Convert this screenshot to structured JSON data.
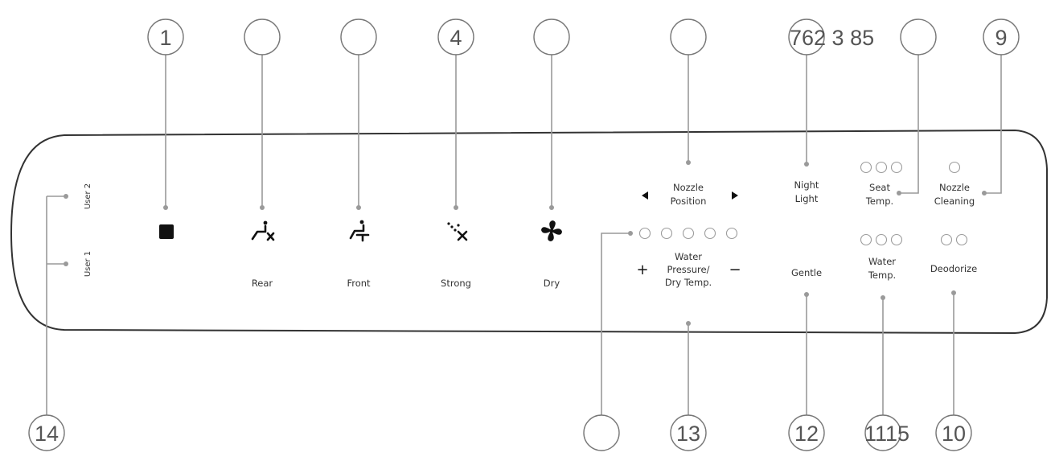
{
  "callout_numbers": {
    "c1": "1",
    "c4": "4",
    "c9": "9",
    "c10": "10",
    "c12": "12",
    "c13": "13",
    "c14": "14"
  },
  "stray_text": {
    "top_numbers": "762 3 85",
    "bottom_numbers": "1115"
  },
  "panel": {
    "user2": "User 2",
    "user1": "User 1",
    "rear": "Rear",
    "front": "Front",
    "strong": "Strong",
    "dry": "Dry",
    "nozzle_position": [
      "Nozzle",
      "Position"
    ],
    "water_pressure": [
      "Water",
      "Pressure/",
      "Dry Temp."
    ],
    "plus": "+",
    "minus": "−",
    "night_light": [
      "Night",
      "Light"
    ],
    "gentle": "Gentle",
    "seat_temp": [
      "Seat",
      "Temp."
    ],
    "water_temp": [
      "Water",
      "Temp."
    ],
    "nozzle_cleaning": [
      "Nozzle",
      "Cleaning"
    ],
    "deodorize": "Deodorize"
  },
  "icons": {
    "stop": "stop-square-icon",
    "rear": "rear-wash-icon",
    "front": "front-wash-icon",
    "strong": "strong-spray-icon",
    "dry": "fan-dry-icon",
    "left": "arrow-left-icon",
    "right": "arrow-right-icon"
  },
  "colors": {
    "outline": "#444444",
    "leader": "#9a9a9a",
    "icon": "#111111"
  }
}
